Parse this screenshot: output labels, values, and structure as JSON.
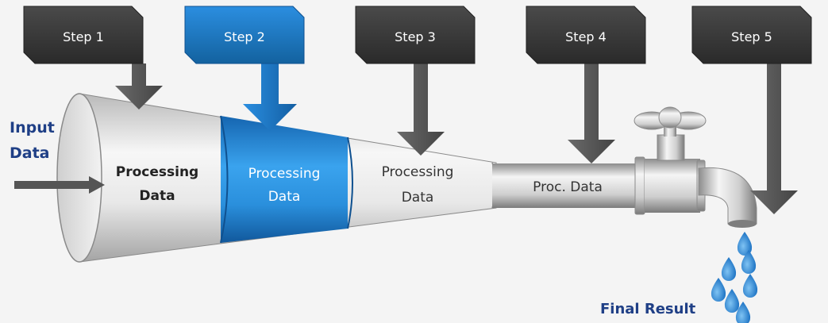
{
  "steps": [
    {
      "label": "Step 1",
      "highlighted": false
    },
    {
      "label": "Step 2",
      "highlighted": true
    },
    {
      "label": "Step 3",
      "highlighted": false
    },
    {
      "label": "Step 4",
      "highlighted": false
    },
    {
      "label": "Step 5",
      "highlighted": false
    }
  ],
  "input": {
    "line1": "Input",
    "line2": "Data"
  },
  "segments": [
    {
      "line1": "Processing",
      "line2": "Data",
      "style": "bold-dark"
    },
    {
      "line1": "Processing",
      "line2": "Data",
      "style": "highlight"
    },
    {
      "line1": "Processing",
      "line2": "Data",
      "style": "normal"
    },
    {
      "line1": "Proc. Data",
      "style": "normal"
    }
  ],
  "output": {
    "label": "Final Result"
  },
  "colors": {
    "highlight": "#1f7fd0",
    "dark_tab": "#3b3b3b",
    "arrow_gray": "#555555",
    "input_label": "#1f3f86",
    "drop": "#2f8ad8",
    "background": "#f4f4f4"
  }
}
